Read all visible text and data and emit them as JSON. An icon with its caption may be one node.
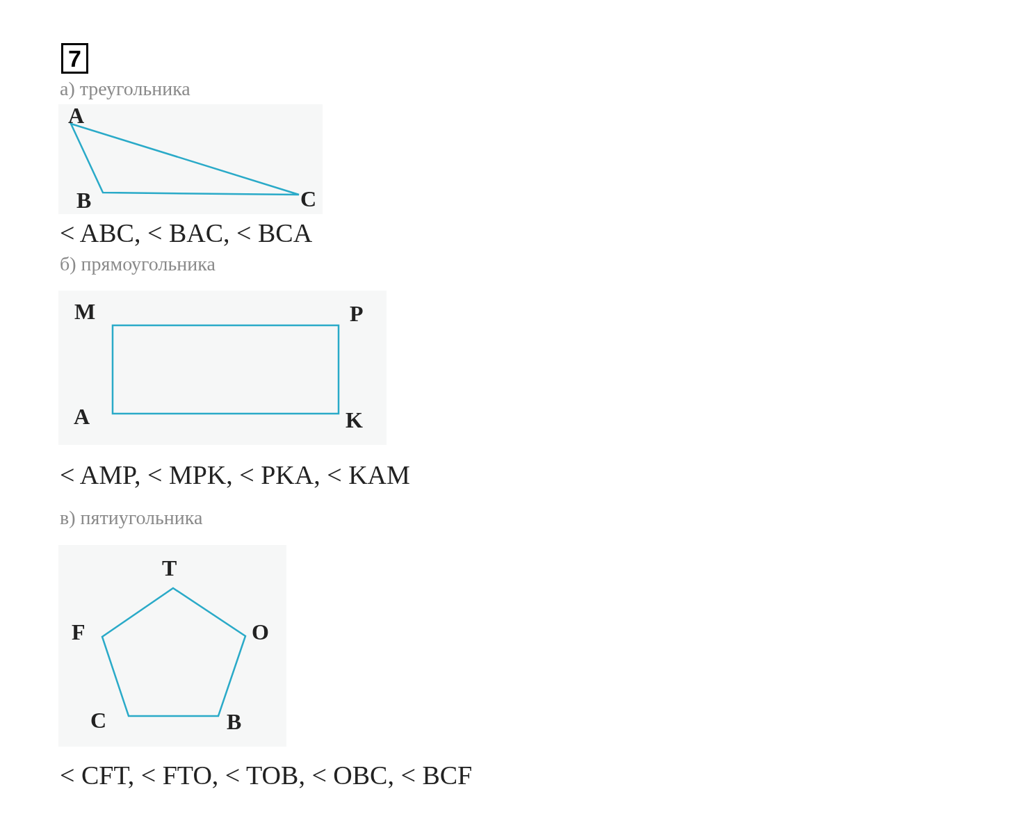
{
  "diagram": {
    "labels": [
      "7",
      "а) треугольника",
      "A",
      "B",
      "C",
      "< ABC, < BAC, < BCA",
      "б) прямоугольника",
      "M",
      "P",
      "A",
      "K",
      "< AMP, < MPK, < PKA, < KAM",
      "в) пятиугольника",
      "T",
      "F",
      "O",
      "C",
      "B",
      "< CFT, < FTO, < TOB, < OBC, < BCF"
    ]
  }
}
